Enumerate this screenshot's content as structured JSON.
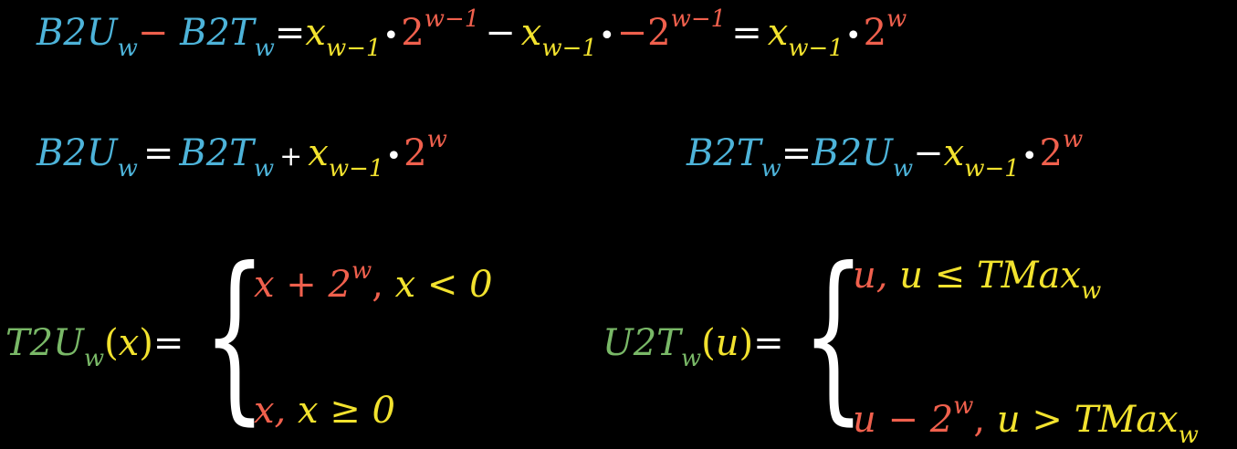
{
  "colors": {
    "background": "#000000",
    "blue": "#4db3d9",
    "yellow": "#f2e22e",
    "red": "#f0604d",
    "white": "#ffffff",
    "green": "#79b867"
  },
  "eq1": {
    "lhs1": "B2U",
    "lhs1_sub": "w",
    "minus": "−",
    "lhs2": "B2T",
    "lhs2_sub": "w",
    "eq": "=",
    "x1": "x",
    "x1_sub": "w−1",
    "dot": "•",
    "two1": "2",
    "two1_sup": "w−1",
    "minus2": "−",
    "x2": "x",
    "x2_sub": "w−1",
    "neg_two": "−2",
    "neg_two_sup": "w−1",
    "eq2": "=",
    "x3": "x",
    "x3_sub": "w−1",
    "two3": "2",
    "two3_sup": "w"
  },
  "eq2": {
    "lhs": "B2U",
    "lhs_sub": "w",
    "eq": "=",
    "t": "B2T",
    "t_sub": "w",
    "plus": "+",
    "x": "x",
    "x_sub": "w−1",
    "dot": "•",
    "two": "2",
    "two_sup": "w"
  },
  "eq3": {
    "lhs": "B2T",
    "lhs_sub": "w",
    "eq": "=",
    "u": "B2U",
    "u_sub": "w",
    "minus": "−",
    "x": "x",
    "x_sub": "w−1",
    "dot": "•",
    "two": "2",
    "two_sup": "w"
  },
  "t2u": {
    "name": "T2U",
    "name_sub": "w",
    "arg_open": "(",
    "arg": "x",
    "arg_close": ")",
    "eq": "=",
    "brace": "{",
    "case1_value": "x + 2",
    "case1_sup": "w",
    "case1_comma": ",",
    "case1_cond": "x < 0",
    "case2_value": "x,",
    "case2_cond": "x ≥ 0"
  },
  "u2t": {
    "name": "U2T",
    "name_sub": "w",
    "arg_open": "(",
    "arg": "u",
    "arg_close": ")",
    "eq": "=",
    "brace": "{",
    "case1_value": "u,",
    "case1_cond": "u ≤ TMax",
    "case1_cond_sub": "w",
    "case2_value": "u − 2",
    "case2_sup": "w",
    "case2_comma": ",",
    "case2_cond": "u > TMax",
    "case2_cond_sub": "w"
  }
}
